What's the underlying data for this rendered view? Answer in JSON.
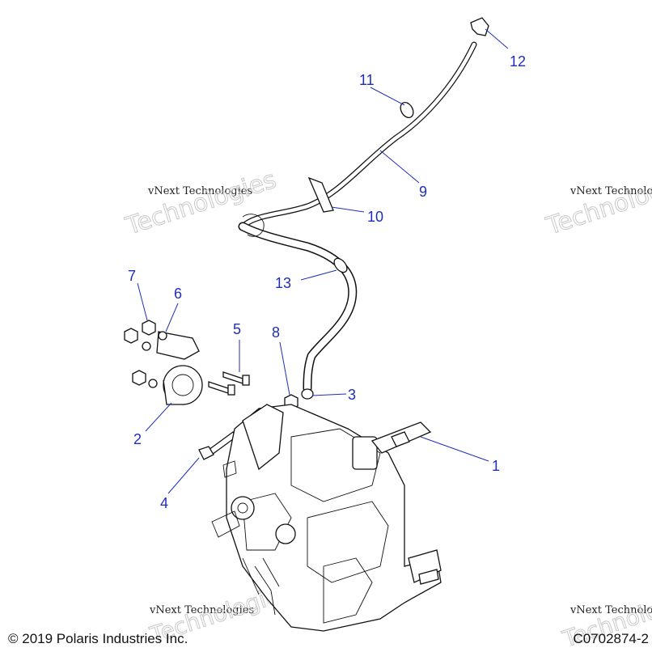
{
  "watermark": {
    "line1": "vNext Technologies",
    "line2": "Technologies"
  },
  "callouts": [
    {
      "label": "1"
    },
    {
      "label": "2"
    },
    {
      "label": "3"
    },
    {
      "label": "4"
    },
    {
      "label": "5"
    },
    {
      "label": "6"
    },
    {
      "label": "7"
    },
    {
      "label": "8"
    },
    {
      "label": "9"
    },
    {
      "label": "10"
    },
    {
      "label": "11"
    },
    {
      "label": "12"
    },
    {
      "label": "13"
    }
  ],
  "footer": {
    "copyright": "© 2019 Polaris Industries Inc.",
    "drawing_code": "C0702874-2"
  },
  "colors": {
    "callout": "#1f2fb8",
    "line": "#111111",
    "watermark": "#c9c9c9"
  }
}
